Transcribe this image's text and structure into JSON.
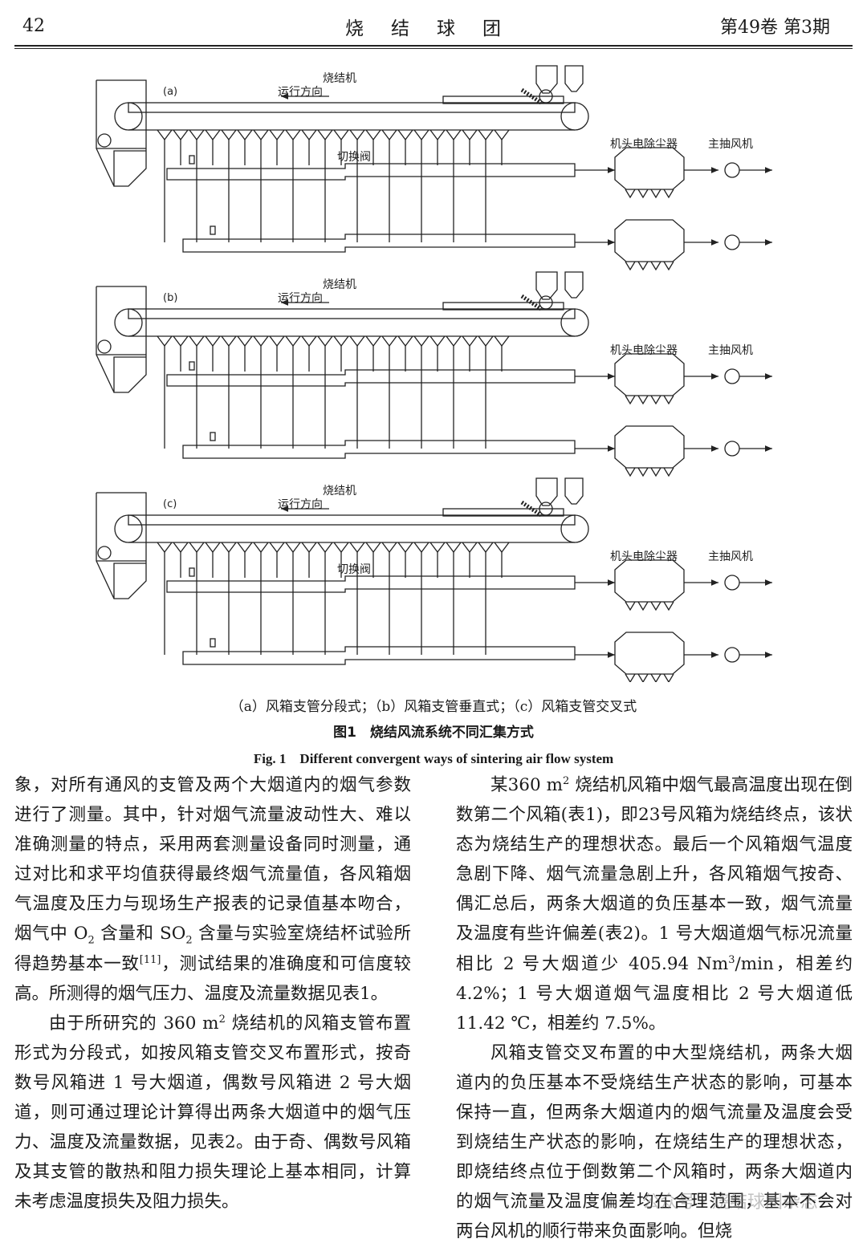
{
  "header": {
    "page_number": "42",
    "journal_title": "烧结球团",
    "volume_issue": "第49卷 第3期"
  },
  "figure": {
    "panels": [
      {
        "tag": "(a)",
        "machine_label": "烧结机",
        "direction_label": "运行方向",
        "valve_label": "切换阀",
        "esp_label": "机头电除尘器",
        "fan_label": "主抽风机"
      },
      {
        "tag": "(b)",
        "machine_label": "烧结机",
        "direction_label": "运行方向",
        "valve_label": "",
        "esp_label": "机头电除尘器",
        "fan_label": "主抽风机"
      },
      {
        "tag": "(c)",
        "machine_label": "烧结机",
        "direction_label": "运行方向",
        "valve_label": "切换阀",
        "esp_label": "机头电除尘器",
        "fan_label": "主抽风机"
      }
    ],
    "subcaption": "（a）风箱支管分段式；（b）风箱支管垂直式；（c）风箱支管交叉式",
    "caption_cn": "图1　烧结风流系统不同汇集方式",
    "caption_en": "Fig. 1　Different convergent ways of sintering air flow system"
  },
  "body": {
    "left": {
      "p1_a": "象，对所有通风的支管及两个大烟道内的烟气参数进行了测量。其中，针对烟气流量波动性大、难以准确测量的特点，采用两套测量设备同时测量，通过对比和求平均值获得最终烟气流量值，各风箱烟气温度及压力与现场生产报表的记录值基本吻合，烟气中 O",
      "p1_sub1": "2",
      "p1_b": " 含量和 SO",
      "p1_sub2": "2",
      "p1_c": " 含量与实验室烧结杯试验所得趋势基本一致",
      "p1_ref": "[11]",
      "p1_d": "，测试结果的准确度和可信度较高。所测得的烟气压力、温度及流量数据见表1。",
      "p2_a": "由于所研究的 360 m",
      "p2_sup": "2",
      "p2_b": " 烧结机的风箱支管布置形式为分段式，如按风箱支管交叉布置形式，按奇数号风箱进 1 号大烟道，偶数号风箱进 2 号大烟道，则可通过理论计算得出两条大烟道中的烟气压力、温度及流量数据，见表2。由于奇、偶数号风箱及其支管的散热和阻力损失理论上基本相同，计算未考虑温度损失及阻力损失。"
    },
    "right": {
      "p1_a": "某360 m",
      "p1_sup1": "2",
      "p1_b": " 烧结机风箱中烟气最高温度出现在倒数第二个风箱(表1)，即23号风箱为烧结终点，该状态为烧结生产的理想状态。最后一个风箱烟气温度急剧下降、烟气流量急剧上升，各风箱烟气按奇、偶汇总后，两条大烟道的负压基本一致，烟气流量及温度有些许偏差(表2)。1 号大烟道烟气标况流量相比 2 号大烟道少 405.94 Nm",
      "p1_sup2": "3",
      "p1_c": "/min，相差约 4.2%；1 号大烟道烟气温度相比 2 号大烟道低 11.42 ℃，相差约 7.5%。",
      "p2": "风箱支管交叉布置的中大型烧结机，两条大烟道内的负压基本不受烧结生产状态的影响，可基本保持一直，但两条大烟道内的烟气流量及温度会受到烧结生产状态的影响，在烧结生产的理想状态，即烧结终点位于倒数第二个风箱时，两条大烟道内的烟气流量及温度偏差均在合理范围，基本不会对两台风机的顺行带来负面影响。但烧"
    }
  },
  "watermark": "公众号 · 烧结球团杂志"
}
